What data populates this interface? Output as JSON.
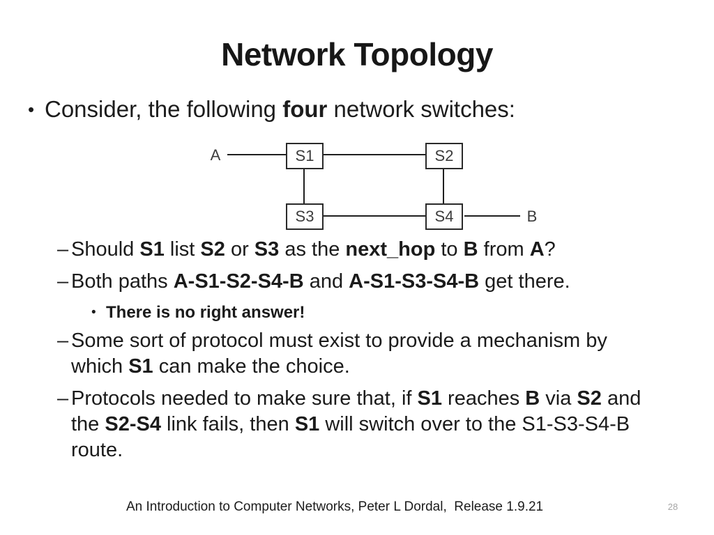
{
  "slide": {
    "title": "Network Topology",
    "footer": "An Introduction to Computer Networks, Peter L Dordal,  Release 1.9.21",
    "page_number": "28",
    "background_color": "#ffffff",
    "text_color": "#1a1a1a",
    "line_color": "#1f1f1f",
    "muted_color": "#a6a6a6"
  },
  "intro_bullet": {
    "marker": "•",
    "segments": [
      {
        "t": "Consider, the following "
      },
      {
        "t": "four",
        "b": true
      },
      {
        "t": " network switches:"
      }
    ]
  },
  "diagram": {
    "nodes": {
      "s1": "S1",
      "s2": "S2",
      "s3": "S3",
      "s4": "S4"
    },
    "endpoints": {
      "a": "A",
      "b": "B"
    }
  },
  "paragraphs": [
    {
      "level": 2,
      "marker": "–",
      "segments": [
        {
          "t": "Should "
        },
        {
          "t": "S1",
          "b": true
        },
        {
          "t": " list "
        },
        {
          "t": "S2",
          "b": true
        },
        {
          "t": " or "
        },
        {
          "t": "S3",
          "b": true
        },
        {
          "t": " as the "
        },
        {
          "t": "next_hop",
          "b": true
        },
        {
          "t": " to "
        },
        {
          "t": "B",
          "b": true
        },
        {
          "t": " from "
        },
        {
          "t": "A",
          "b": true
        },
        {
          "t": "?"
        }
      ]
    },
    {
      "level": 2,
      "marker": "–",
      "segments": [
        {
          "t": "Both paths "
        },
        {
          "t": "A-S1-S2-S4-B",
          "b": true
        },
        {
          "t": " and "
        },
        {
          "t": "A-S1-S3-S4-B",
          "b": true
        },
        {
          "t": " get there."
        }
      ]
    },
    {
      "level": 3,
      "marker": "•",
      "segments": [
        {
          "t": "There is no right answer!",
          "b": true
        }
      ]
    },
    {
      "level": 2,
      "marker": "–",
      "segments": [
        {
          "t": "Some sort of protocol must exist to provide a mechanism by"
        },
        {
          "br": true
        },
        {
          "t": "which "
        },
        {
          "t": "S1",
          "b": true
        },
        {
          "t": " can make the choice."
        }
      ]
    },
    {
      "level": 2,
      "marker": "–",
      "segments": [
        {
          "t": "Protocols needed to make sure that, if "
        },
        {
          "t": "S1",
          "b": true
        },
        {
          "t": " reaches "
        },
        {
          "t": "B",
          "b": true
        },
        {
          "t": " via "
        },
        {
          "t": "S2",
          "b": true
        },
        {
          "t": " and"
        },
        {
          "br": true
        },
        {
          "t": "the "
        },
        {
          "t": "S2-S4",
          "b": true
        },
        {
          "t": " link fails, then "
        },
        {
          "t": "S1",
          "b": true
        },
        {
          "t": " will switch over to the S1-S3-S4-B"
        },
        {
          "br": true
        },
        {
          "t": "route."
        }
      ]
    }
  ]
}
